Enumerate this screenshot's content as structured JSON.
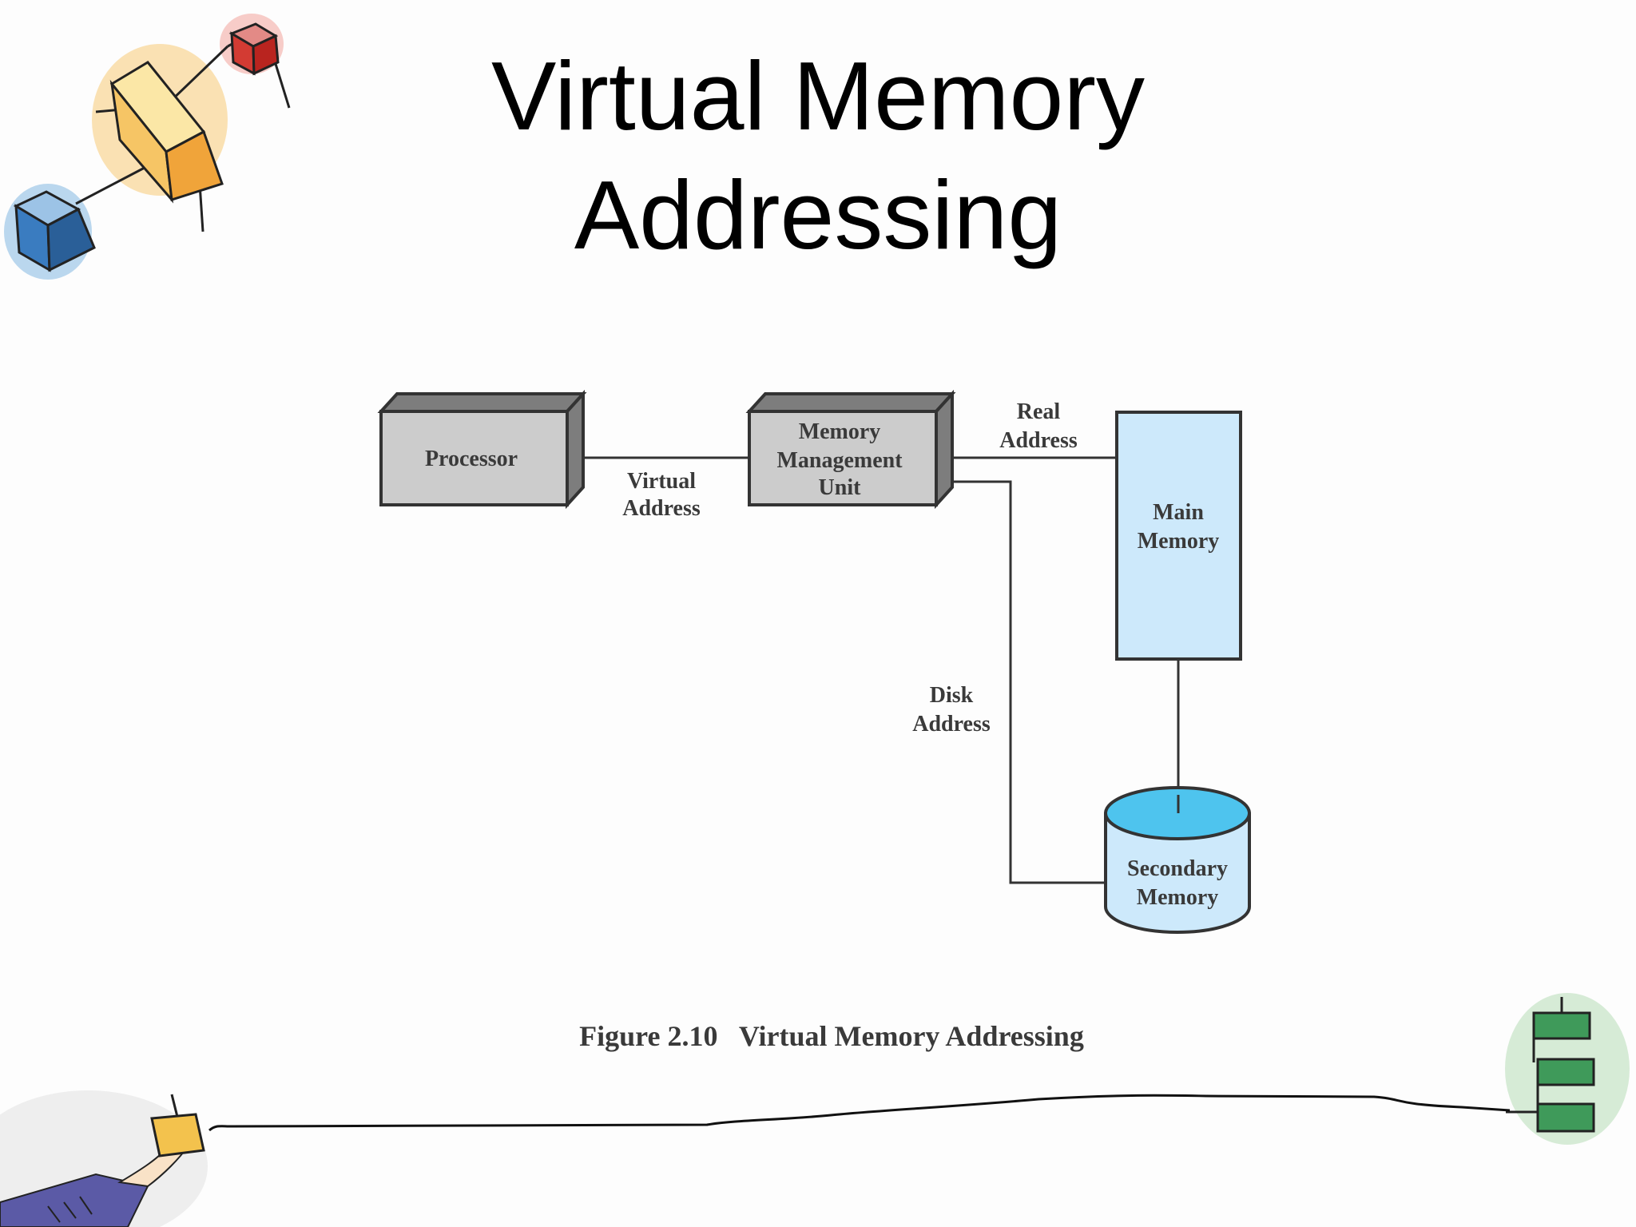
{
  "slide": {
    "title_line_1": "Virtual Memory",
    "title_line_2": "Addressing"
  },
  "diagram": {
    "processor_label": "Processor",
    "mmu_label_lines": [
      "Memory",
      "Management",
      "Unit"
    ],
    "main_memory_label_lines": [
      "Main",
      "Memory"
    ],
    "secondary_memory_label_lines": [
      "Secondary",
      "Memory"
    ],
    "virtual_address_label_lines": [
      "Virtual",
      "Address"
    ],
    "real_address_label_lines": [
      "Real",
      "Address"
    ],
    "disk_address_label_lines": [
      "Disk",
      "Address"
    ],
    "caption": "Figure 2.10   Virtual Memory Addressing"
  },
  "colors": {
    "box_fill": "#cccccc",
    "box_top": "#7d7d7d",
    "box_stroke": "#333333",
    "main_memory_fill": "#cde9fb",
    "disk_body_fill": "#cde9fb",
    "disk_top_fill": "#4ec4ee"
  },
  "decorations": [
    "cubes-clipart-top-left",
    "hand-holding-cube-clipart-bottom-left",
    "stacked-green-boxes-clipart-bottom-right",
    "hand-drawn-baseline"
  ]
}
